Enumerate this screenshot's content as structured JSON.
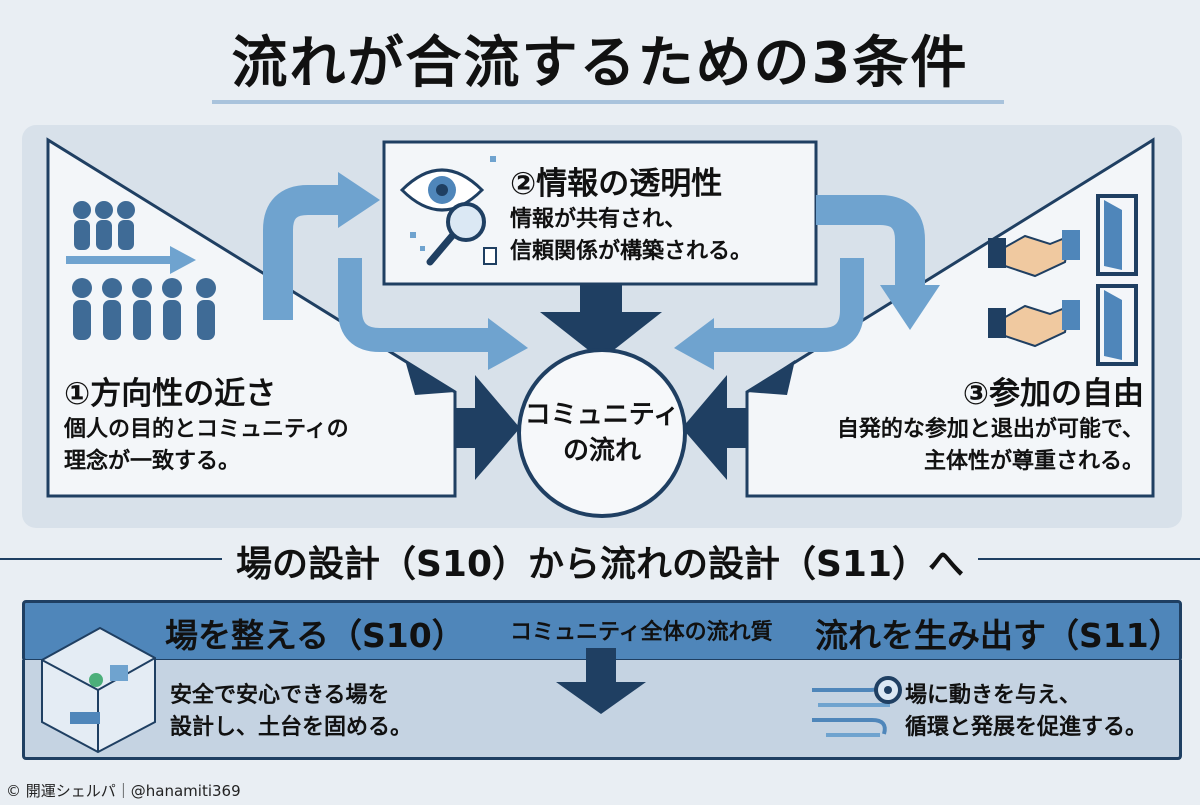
{
  "title": "流れが合流するための3条件",
  "conditions": [
    {
      "title": "①方向性の近さ",
      "desc_line1": "個人の目的とコミュニティの",
      "desc_line2": "理念が一致する。",
      "icon": "people-walking-icon"
    },
    {
      "title": "②情報の透明性",
      "desc_line1": "情報が共有され、",
      "desc_line2": "信頼関係が構築される。",
      "icon": "eye-magnifier-icon"
    },
    {
      "title": "③参加の自由",
      "desc_line1": "自発的な参加と退出が可能で、",
      "desc_line2": "主体性が尊重される。",
      "icon": "handshake-door-icon"
    }
  ],
  "center": {
    "text": "コミュニティ\nの流れ"
  },
  "transition": "場の設計（S10）から流れの設計（S11）へ",
  "bottom": {
    "left_title": "場を整える（S10）",
    "center_label": "コミュニティ全体の流れ質",
    "right_title": "流れを生み出す（S11）",
    "left_desc": "安全で安心できる場を\n設計し、土台を固める。",
    "right_desc": "場に動きを与え、\n循環と発展を促進する。"
  },
  "footer": "© 開運シェルパ｜@hanamiti369",
  "colors": {
    "navy": "#1f3f62",
    "light_blue": "#6fa3cf",
    "mid_blue": "#4f86ba",
    "background": "#e9eef3"
  }
}
